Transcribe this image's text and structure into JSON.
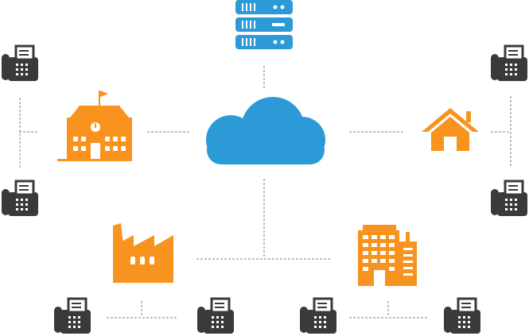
{
  "diagram": {
    "hub": {
      "name": "cloud",
      "icon": "cloud-icon"
    },
    "nodes": [
      {
        "name": "server-rack",
        "icon": "server-icon"
      },
      {
        "name": "school",
        "icon": "school-icon"
      },
      {
        "name": "house",
        "icon": "house-icon"
      },
      {
        "name": "factory",
        "icon": "factory-icon"
      },
      {
        "name": "office-building",
        "icon": "office-building-icon"
      }
    ],
    "endpoints": [
      {
        "name": "fax-machine",
        "icon": "fax-machine-icon",
        "connected_to": "school"
      },
      {
        "name": "fax-machine",
        "icon": "fax-machine-icon",
        "connected_to": "house"
      },
      {
        "name": "fax-machine",
        "icon": "fax-machine-icon",
        "connected_to": "factory"
      },
      {
        "name": "fax-machine",
        "icon": "fax-machine-icon",
        "connected_to": "office-building"
      }
    ],
    "colors": {
      "cloud": "#2b9ad6",
      "server": "#2b9ad6",
      "buildings": "#f7931e",
      "fax": "#3a3a3a",
      "connector": "#b5b5b5"
    }
  }
}
